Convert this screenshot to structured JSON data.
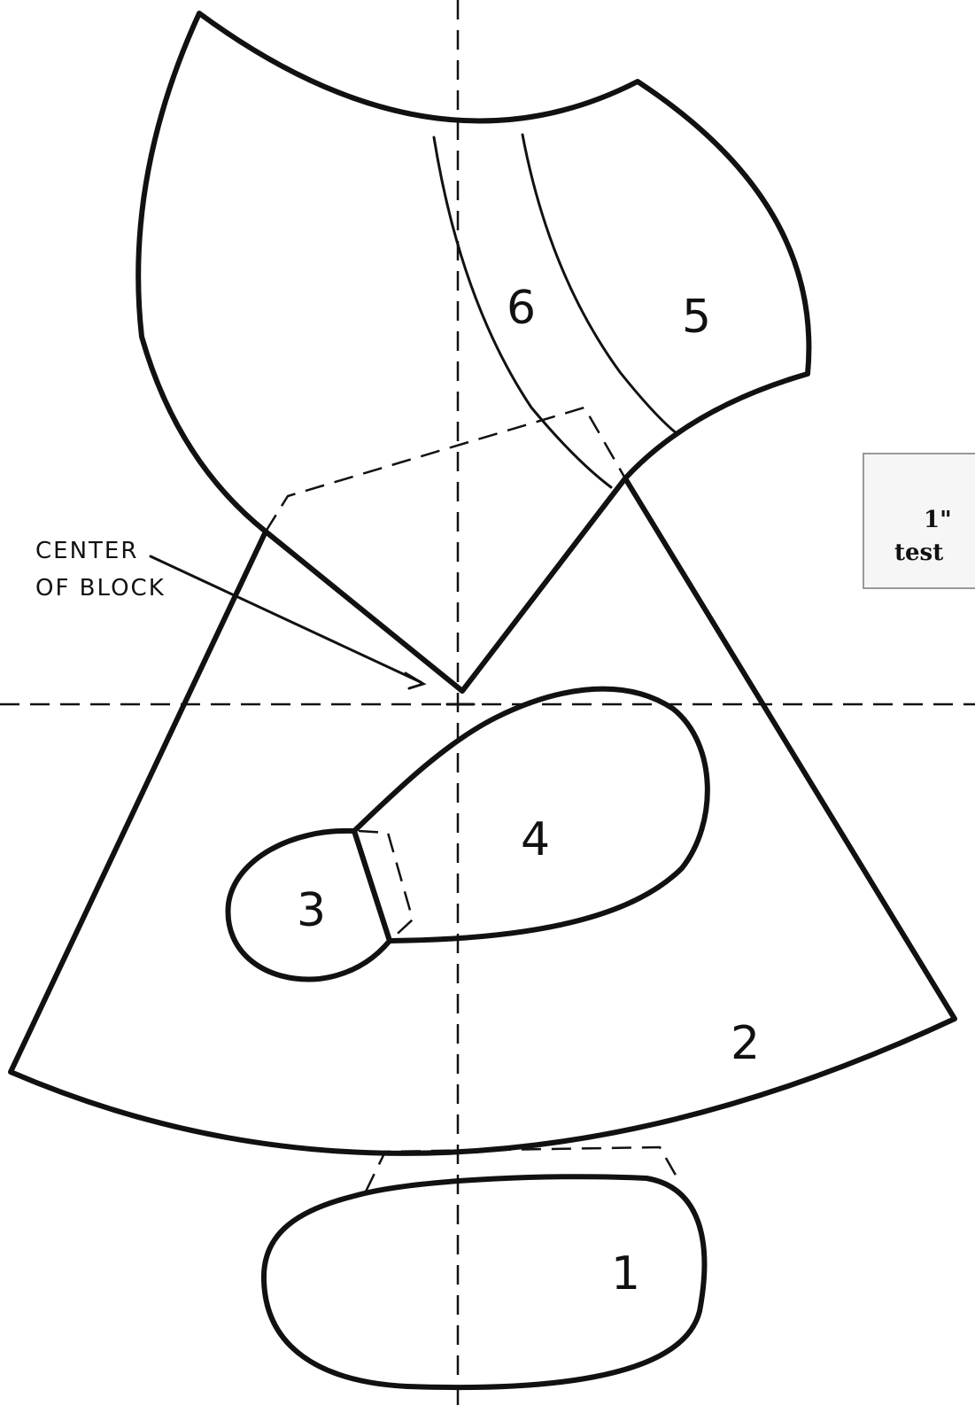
{
  "annotation": {
    "line1": "CENTER",
    "line2": "OF BLOCK"
  },
  "pieces": [
    {
      "id": "1",
      "label": "1"
    },
    {
      "id": "2",
      "label": "2"
    },
    {
      "id": "3",
      "label": "3"
    },
    {
      "id": "4",
      "label": "4"
    },
    {
      "id": "5",
      "label": "5"
    },
    {
      "id": "6",
      "label": "6"
    }
  ],
  "test_square": {
    "line1": "1\"",
    "line2": "test"
  }
}
